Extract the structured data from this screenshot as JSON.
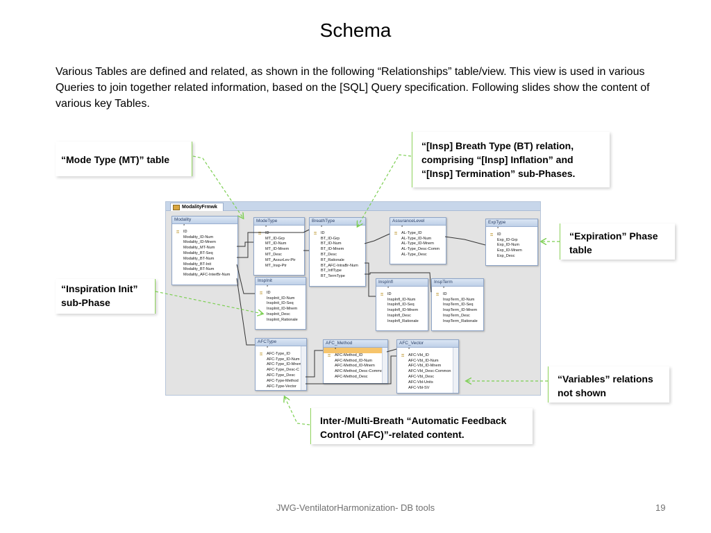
{
  "title": "Schema",
  "intro": "Various Tables are defined and related, as shown in the following “Relationships” table/view.  This view is used in various Queries to join together related information, based on the [SQL] Query specification.  Following slides show the content of various key Tables.",
  "callouts": {
    "mode_type": "“Mode Type (MT)” table",
    "breath_type": "“[Insp] Breath Type (BT) relation, comprising “[Insp] Inflation” and “[Insp] Termination” sub-Phases.",
    "expiration": "“Expiration” Phase table",
    "inspiration_init": "“Inspiration Init” sub-Phase",
    "variables": "“Variables” relations not shown",
    "afc": "Inter-/Multi-Breath “Automatic Feedback Control (AFC)”-related content."
  },
  "db_view": {
    "tab_label": "ModalityFrmwk",
    "tables": {
      "modality": {
        "name": "Modality",
        "fields": [
          "*",
          "ID",
          "Modality_ID-Num",
          "Modality_ID-Mnem",
          "Modality_MT-Num",
          "Modality_BT-Seq",
          "Modality_BT-Num",
          "Modality_BT-Init",
          "Modality_BT-Num",
          "Modality_AFC-InterBr-Num"
        ]
      },
      "modetype": {
        "name": "ModeType",
        "fields": [
          "*",
          "ID",
          "MT_ID-Grp",
          "MT_ID-Num",
          "MT_ID-Mnem",
          "MT_Desc",
          "MT_AssurLev-Ptr",
          "MT_Insp-Ptr"
        ]
      },
      "breathtype": {
        "name": "BreathType",
        "fields": [
          "*",
          "ID",
          "BT_ID-Grp",
          "BT_ID-Num",
          "BT_ID-Mnem",
          "BT_Desc",
          "BT_Rationale",
          "BT_AFC-IntraBr-Num",
          "BT_InflType",
          "BT_TermType"
        ]
      },
      "assurance": {
        "name": "AssuranceLevel",
        "fields": [
          "*",
          "AL-Type_ID",
          "AL-Type_ID-Num",
          "AL-Type_ID-Mnem",
          "AL-Type_Desc-Comm",
          "AL-Type_Desc"
        ]
      },
      "exptype": {
        "name": "ExpType",
        "fields": [
          "*",
          "ID",
          "Exp_ID-Grp",
          "Exp_ID-Num",
          "Exp_ID-Mnem",
          "Exp_Desc"
        ]
      },
      "inspinit": {
        "name": "InspInit",
        "fields": [
          "*",
          "ID",
          "InspInit_ID-Num",
          "InspInit_ID-Seq",
          "InspInit_ID-Mnem",
          "InspInit_Desc",
          "InspInit_Rationale"
        ]
      },
      "inspinfl": {
        "name": "InspInfl",
        "fields": [
          "*",
          "ID",
          "InspInfl_ID-Num",
          "InspInfl_ID-Seq",
          "InspInfl_ID-Mnem",
          "InspInfl_Desc",
          "InspInfl_Rationale"
        ]
      },
      "inspterm": {
        "name": "InspTerm",
        "fields": [
          "*",
          "ID",
          "InspTerm_ID-Num",
          "InspTerm_ID-Seq",
          "InspTerm_ID-Mnem",
          "InspTerm_Desc",
          "InspTerm_Rationale"
        ]
      },
      "afctype": {
        "name": "AFCType",
        "fields": [
          "*",
          "AFC-Type_ID",
          "AFC-Type_ID-Num",
          "AFC-Type_ID-Mnem",
          "AFC-Type_Desc-C",
          "AFC-Type_Desc",
          "AFC-Type-Method",
          "AFC-Type-Vector"
        ]
      },
      "afcmethod": {
        "name": "AFC_Method",
        "fields": [
          "*",
          "AFC-Method_ID",
          "AFC-Method_ID-Num",
          "AFC-Method_ID-Mnem",
          "AFC-Method_Desc-Common",
          "AFC-Method_Desc"
        ]
      },
      "afcvector": {
        "name": "AFC_Vector",
        "fields": [
          "*",
          "AFC-Vbl_ID",
          "AFC-Vbl_ID-Num",
          "AFC-Vbl_ID-Mnem",
          "AFC-Vbl_Desc-Common",
          "AFC-Vbl_Desc",
          "AFC-Vbl-Units",
          "AFC-Vbl-SV"
        ]
      }
    }
  },
  "colors": {
    "callout_bar": "#8fd45c",
    "dashed_arrow": "#7ccf52",
    "relationship_line": "#333333"
  },
  "footer": "JWG-VentilatorHarmonization- DB tools",
  "page_number": "19"
}
